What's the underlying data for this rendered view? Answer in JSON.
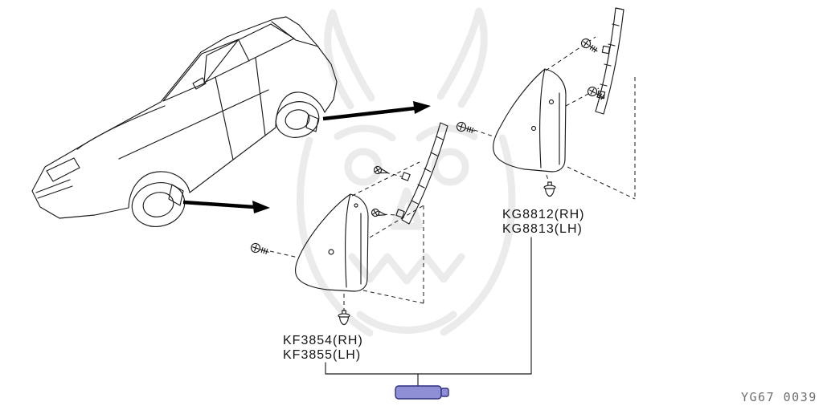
{
  "diagram": {
    "front_mudguard": {
      "part_rh": "KF3854(RH)",
      "part_lh": "KF3855(LH)"
    },
    "rear_mudguard": {
      "part_rh": "KG8812(RH)",
      "part_lh": "KG8813(LH)"
    },
    "drawing_code": "YG67 0039",
    "colors": {
      "line": "#1c1c1c",
      "highlight_fill": "#8f8fd6",
      "highlight_stroke": "#2f2f80",
      "watermark": "#ebebeb",
      "code_text": "#6f6f6f"
    },
    "icons": {
      "car": "sedan-outline-illustration",
      "front_arrow": "arrow-right-icon",
      "rear_arrow": "arrow-right-icon",
      "screw": "screw-icon",
      "clip": "push-clip-icon",
      "grommet": "grommet-icon",
      "highlight": "selected-part-highlight"
    }
  }
}
